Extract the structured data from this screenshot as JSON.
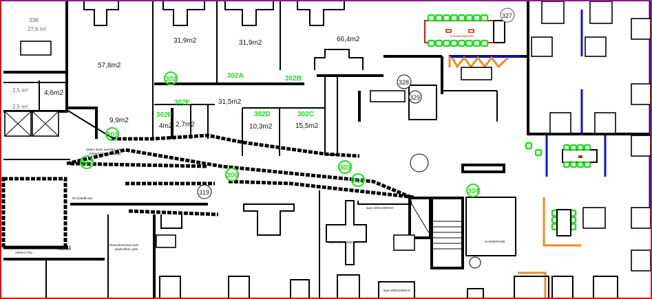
{
  "rooms": {
    "r338_num": "338",
    "r338_area": "27,6 m²",
    "small_a": "2,5 m²",
    "small_b": "2,5 m²",
    "r4_6": "4,6m2",
    "r57_8": "57,8m2",
    "r9_9": "9,9m2",
    "r31_9_left": "31,9m2",
    "r31_9_right": "31,9m2",
    "r66_4": "66,4m2",
    "r31_5": "31,5m2",
    "r4": "4m2",
    "r2_7": "2,7m2",
    "r10_3": "10,3m2",
    "r15_5": "15,5m2"
  },
  "green_labels": {
    "l302": "302",
    "l302A": "302A",
    "l302B": "302B",
    "l302C": "302C",
    "l302D": "302D",
    "l302E": "302E",
    "l302F": "302F",
    "l301": "301",
    "l307": "307",
    "l306": "306",
    "l303": "303",
    "l305": "305",
    "l304": "304"
  },
  "circle_numbers": {
    "c327": "327",
    "c328": "328",
    "c329": "329",
    "c319": "319"
  },
  "notes": {
    "conference_room": "konverentsiruum",
    "garderoob": "GARDEROOB",
    "note_top_1": "Olulev sisan asendus mše",
    "note_top_2": "200mm Fizo mlftlbsega",
    "note_rc": "RC2/35dB uks",
    "note_200": "200mm Flxa",
    "note_40": "40dB uks",
    "note_klaas_1": "Klaasvaheseinas tuub",
    "note_klaas_2": "plazkviheen plek",
    "note_laud_1": "laud 1600x1600mm",
    "note_laud_2": "lauas 1600x1600mm",
    "note_laud_3": "laud 1600x1600mm"
  },
  "colors": {
    "room_number": "#22dd22",
    "partition_blue": "#1010d0",
    "partition_orange": "#f08c1e",
    "conference": "#d01818"
  }
}
